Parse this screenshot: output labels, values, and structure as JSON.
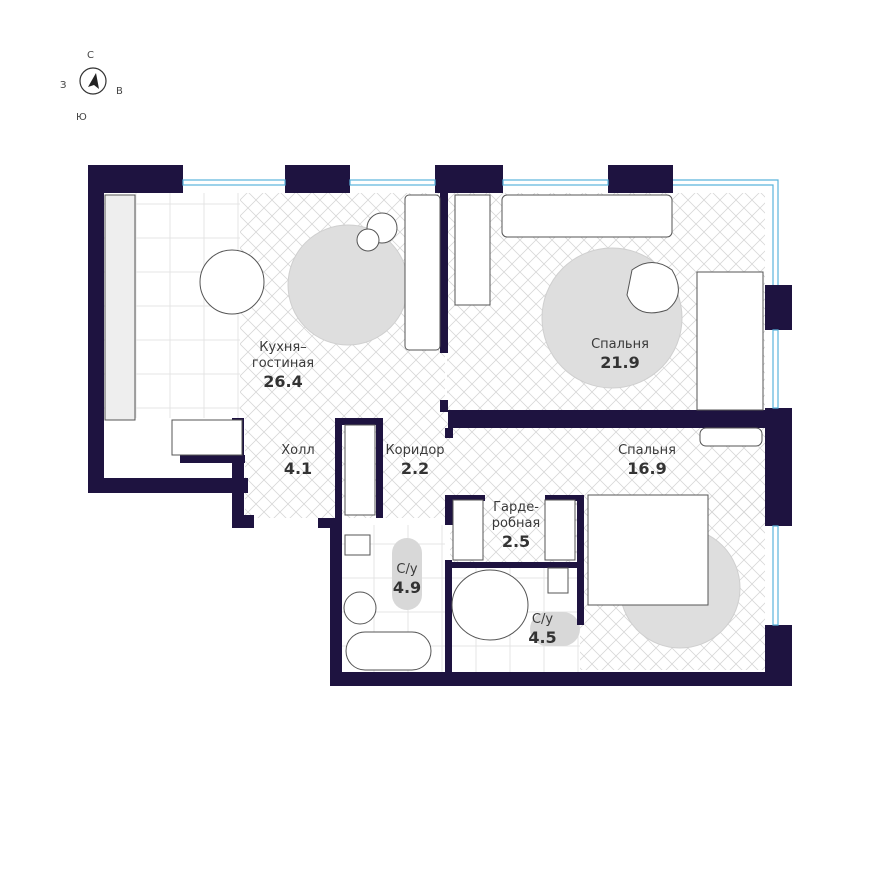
{
  "compass": {
    "north": "С",
    "south": "Ю",
    "west": "З",
    "east": "В"
  },
  "colors": {
    "wall": "#1e1340",
    "window": "#5ab4dc",
    "floor_hatch": "#d8d8d8",
    "rug": "#dcdcdc",
    "furniture_stroke": "#555555"
  },
  "rooms": [
    {
      "name": "Кухня-\nгостиная",
      "name_line1": "Кухня–",
      "name_line2": "гостиная",
      "area": "26.4"
    },
    {
      "name": "Спальня",
      "area": "21.9"
    },
    {
      "name": "Холл",
      "area": "4.1"
    },
    {
      "name": "Коридор",
      "area": "2.2"
    },
    {
      "name": "Спальня",
      "area": "16.9"
    },
    {
      "name_line1": "Гарде-",
      "name_line2": "робная",
      "area": "2.5"
    },
    {
      "name": "С/у",
      "area": "4.9"
    },
    {
      "name": "С/у",
      "area": "4.5"
    }
  ]
}
